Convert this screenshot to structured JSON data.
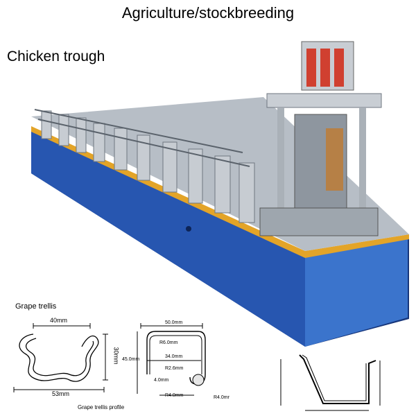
{
  "header": {
    "title": "Agriculture/stockbreeding",
    "subtitle": "Chicken trough"
  },
  "drawings": {
    "grape_trellis": {
      "label": "Grape trellis",
      "width_label": "40mm",
      "height_label": "30mm",
      "bottom_label": "53mm"
    },
    "grape_trellis_profile": {
      "label": "Grape trellis profile",
      "dims": {
        "top_width": "50.0mm",
        "r_top": "R6.0mm",
        "left_height": "45.0mm",
        "inner_width": "34.0mm",
        "r_mid": "R2.6mm",
        "gap": "4.0mm",
        "r_bottom": "R4.0mm",
        "r_right": "R4.0mr"
      }
    }
  },
  "colors": {
    "machine_body": "#1f4da0",
    "trim": "#e0a020",
    "steel": "#9aa3ad",
    "cylinder": "#d04030"
  }
}
